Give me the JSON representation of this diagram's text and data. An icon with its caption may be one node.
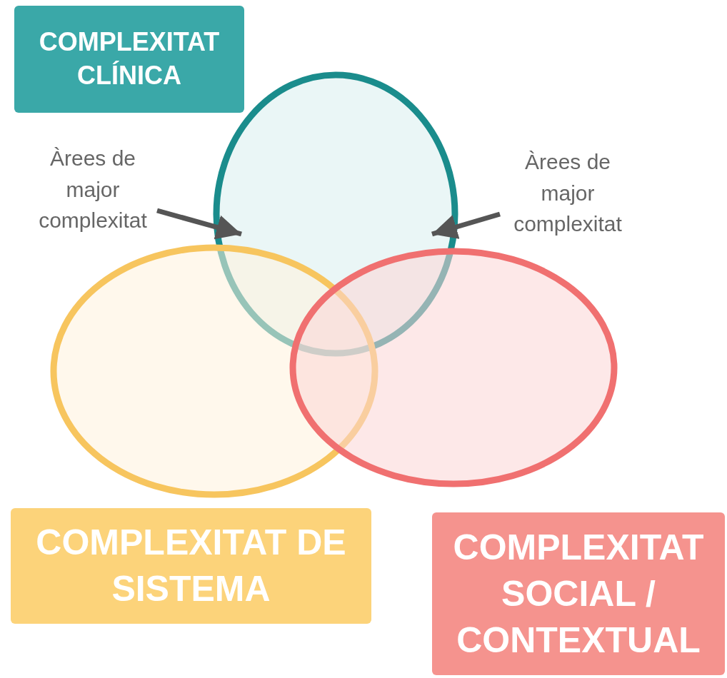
{
  "diagram": {
    "nodes": [
      {
        "text": [
          "COMPLEXITAT CLÍNICA"
        ]
      },
      {
        "text": [],
        "shape": "circle"
      },
      {
        "text": [
          "Àrees de major complexitat"
        ]
      },
      {
        "text": [
          "Àrees de major complexitat"
        ]
      },
      {
        "text": [],
        "shape": "circle"
      },
      {
        "text": [],
        "shape": "circle"
      },
      {
        "text": [
          "COMPLEXITAT DE SISTEMA"
        ]
      },
      {
        "text": [
          "COMPLEXITAT SOCIAL / CONTEXTUAL"
        ]
      }
    ],
    "edges": [
      {
        "from": 2,
        "to": 1,
        "arrow": "to"
      },
      {
        "from": 3,
        "to": 1,
        "arrow": "to"
      }
    ]
  }
}
